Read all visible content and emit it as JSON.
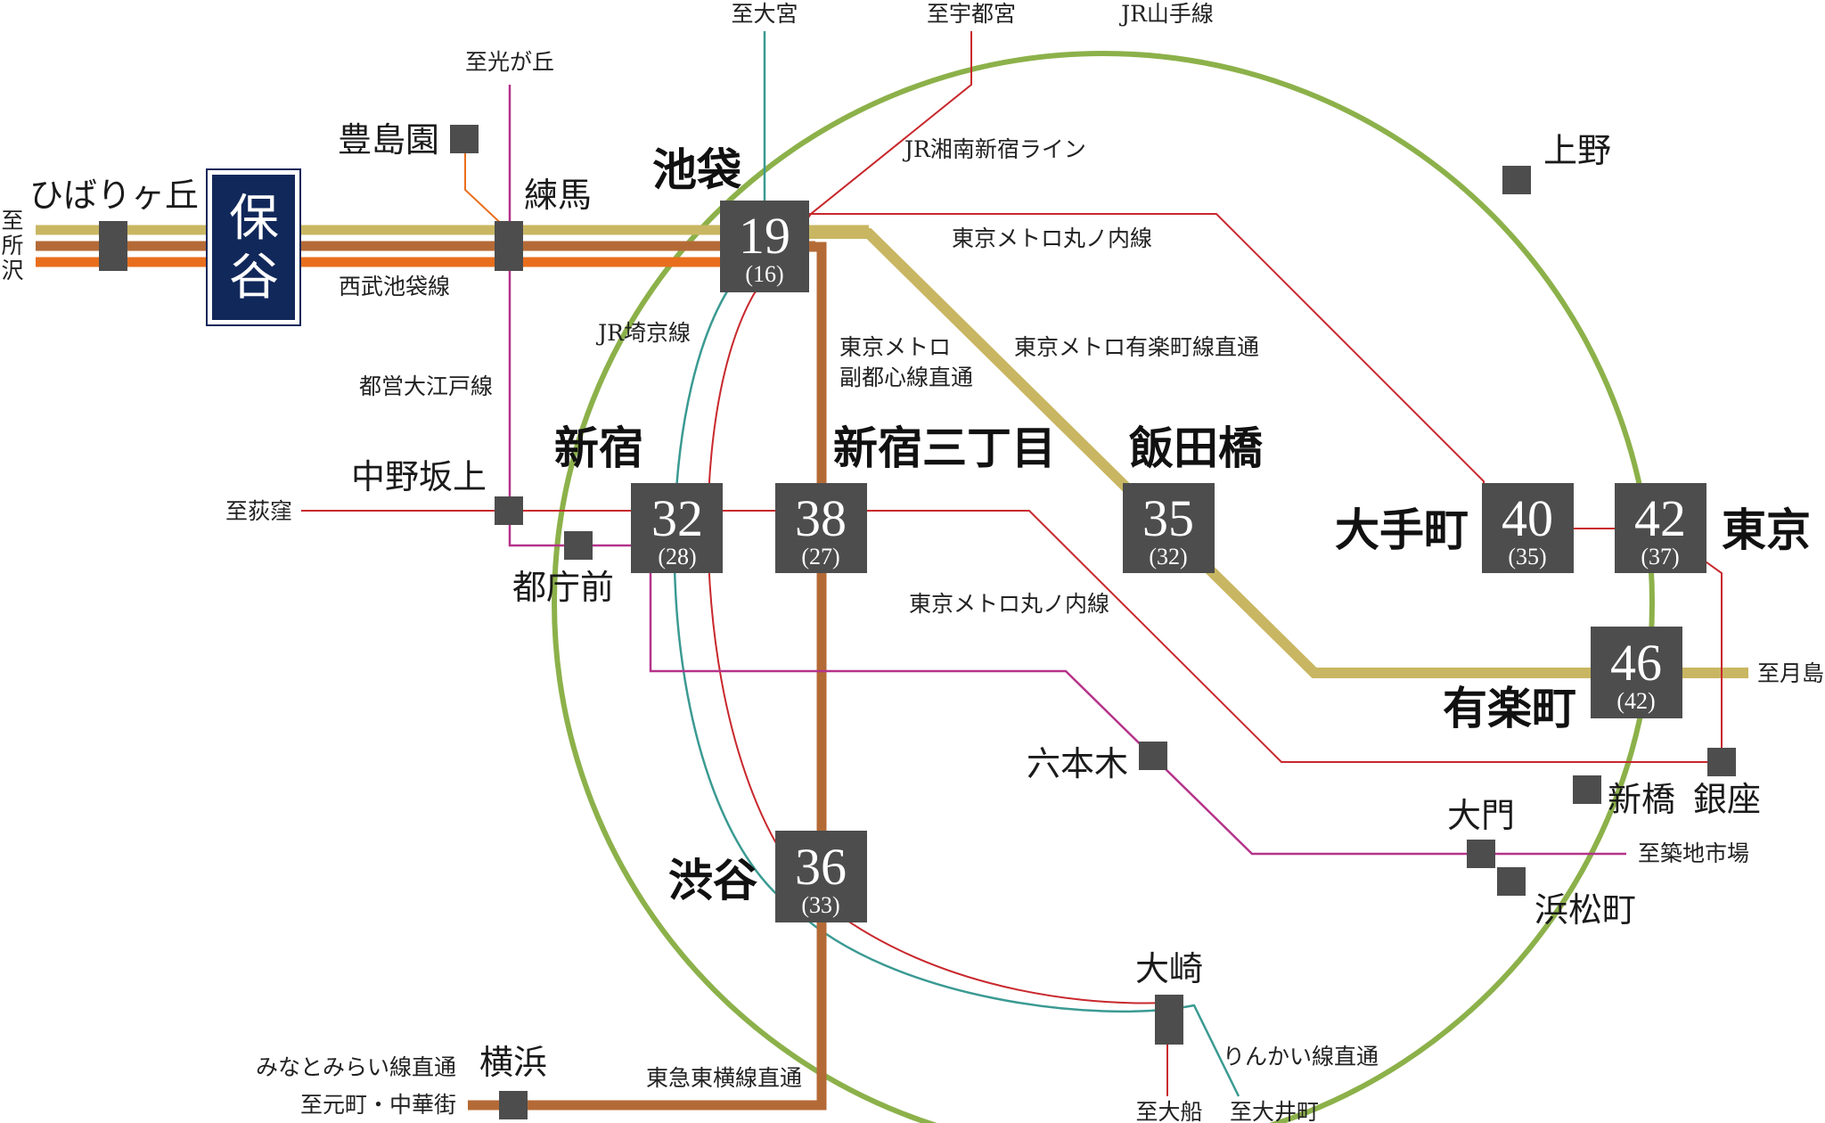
{
  "colors": {
    "yamanote": "#8cb14a",
    "saikyo": "#3a9a92",
    "red_lines": "#c8282d",
    "oedo": "#b5338a",
    "marunouchi": "#c8282d",
    "yurakucho": "#c9b662",
    "fukutoshin": "#b46a36",
    "seibu_orange": "#e86e1d",
    "station_box": "#4d4d4d",
    "home_box": "#11285a"
  },
  "home_station": {
    "line1": "保",
    "line2": "谷"
  },
  "major_stations": [
    {
      "name": "池袋",
      "minutes": "19",
      "sub": "(16)"
    },
    {
      "name": "新宿",
      "minutes": "32",
      "sub": "(28)"
    },
    {
      "name": "新宿三丁目",
      "minutes": "38",
      "sub": "(27)"
    },
    {
      "name": "飯田橋",
      "minutes": "35",
      "sub": "(32)"
    },
    {
      "name": "大手町",
      "minutes": "40",
      "sub": "(35)"
    },
    {
      "name": "東京",
      "minutes": "42",
      "sub": "(37)"
    },
    {
      "name": "有楽町",
      "minutes": "46",
      "sub": "(42)"
    },
    {
      "name": "渋谷",
      "minutes": "36",
      "sub": "(33)"
    }
  ],
  "minor_stations": {
    "hibarigaoka": "ひばりヶ丘",
    "toshimaen": "豊島園",
    "nerima": "練馬",
    "nakano_sakaue": "中野坂上",
    "tochomae": "都庁前",
    "ueno": "上野",
    "roppongi": "六本木",
    "shinbashi": "新橋",
    "ginza": "銀座",
    "daimon": "大門",
    "hamamatsucho": "浜松町",
    "osaki": "大崎",
    "yokohama": "横浜"
  },
  "destinations": {
    "tokorozawa": "至所沢",
    "omiya": "至大宮",
    "utsunomiya": "至宇都宮",
    "hikarigaoka": "至光が丘",
    "ogikubo": "至荻窪",
    "tsukishima": "至月島",
    "tsukiji": "至築地市場",
    "ofuna": "至大船",
    "oimachi": "至大井町",
    "motomachi": "至元町・中華街"
  },
  "line_labels": {
    "yamanote": "JR山手線",
    "shonan_shinjuku": "JR湘南新宿ライン",
    "marunouchi_1": "東京メトロ丸ノ内線",
    "marunouchi_2": "東京メトロ丸ノ内線",
    "seibu": "西武池袋線",
    "saikyo": "JR埼京線",
    "oedo": "都営大江戸線",
    "fukutoshin_1": "東京メトロ",
    "fukutoshin_2": "副都心線直通",
    "yurakucho": "東京メトロ有楽町線直通",
    "minatomirai": "みなとみらい線直通",
    "toyoko": "東急東横線直通",
    "rinkai": "りんかい線直通"
  }
}
